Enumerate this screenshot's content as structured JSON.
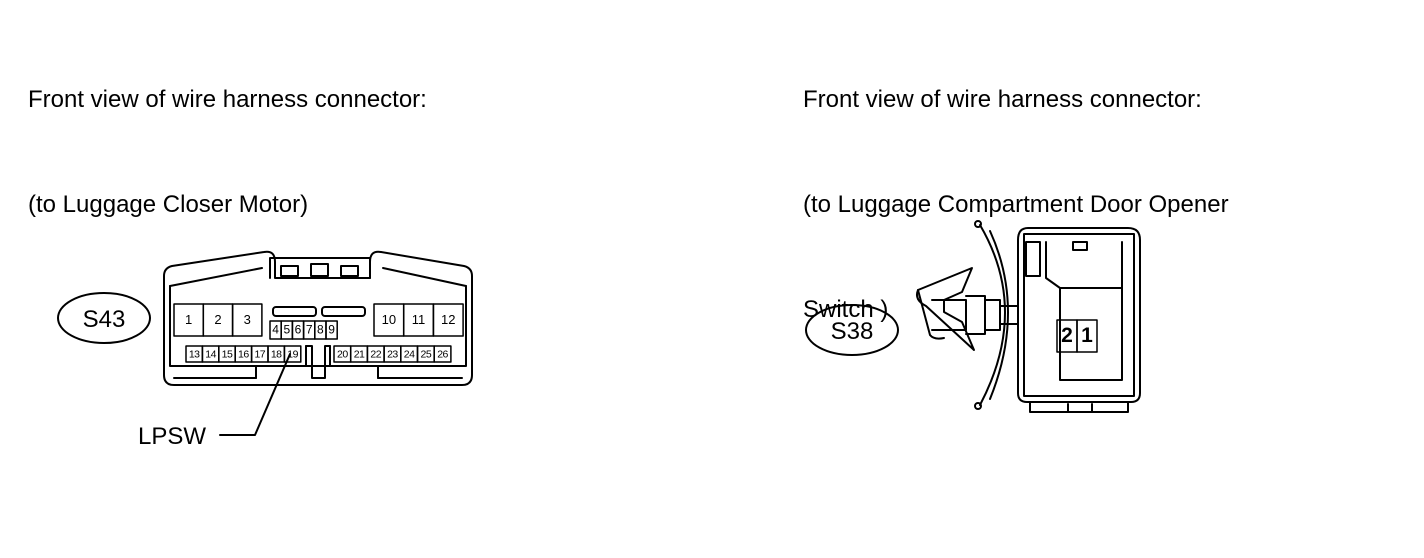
{
  "captions": {
    "left": [
      "Front view of wire harness connector:",
      "(to Luggage Closer Motor)"
    ],
    "right": [
      "Front view of wire harness connector:",
      "(to Luggage Compartment Door Opener",
      "Switch )"
    ]
  },
  "connectors": {
    "s43": {
      "id": "S43",
      "row1_left": [
        "1",
        "2",
        "3"
      ],
      "row1_right": [
        "10",
        "11",
        "12"
      ],
      "row2": [
        "4",
        "5",
        "6",
        "7",
        "8",
        "9"
      ],
      "row3_left": [
        "13",
        "14",
        "15",
        "16",
        "17",
        "18",
        "19"
      ],
      "row3_right": [
        "20",
        "21",
        "22",
        "23",
        "24",
        "25",
        "26"
      ],
      "callout": "LPSW"
    },
    "s38": {
      "id": "S38",
      "pins": [
        "2",
        "1"
      ]
    }
  }
}
